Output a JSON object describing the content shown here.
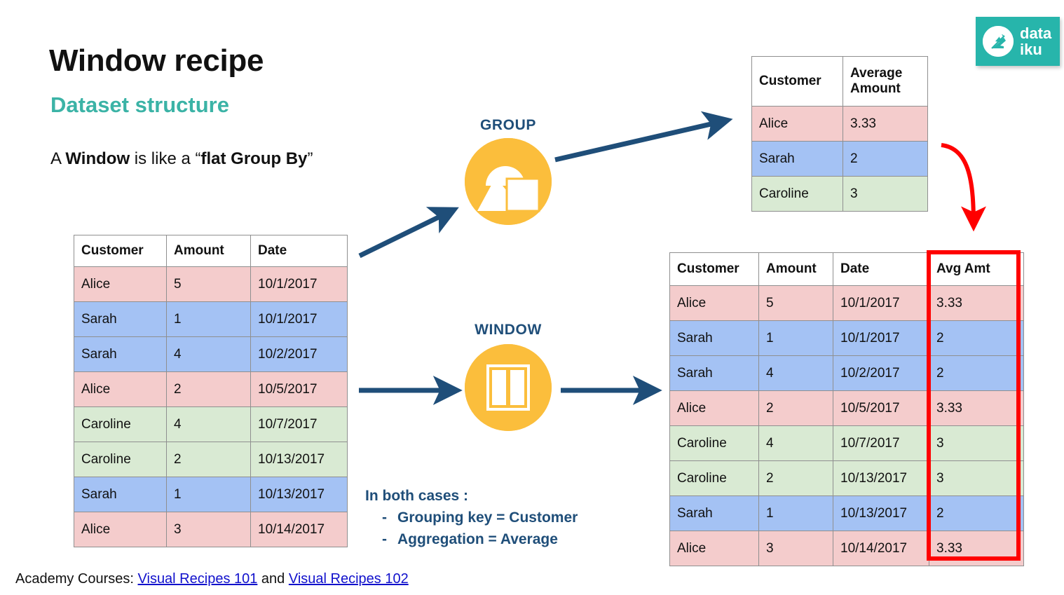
{
  "slide": {
    "title": "Window recipe",
    "subtitle": "Dataset structure",
    "tagline_parts": [
      "A ",
      "Window",
      " is like a “",
      "flat Group By",
      "”"
    ],
    "accent_teal": "#3bb3a6",
    "accent_navy": "#1f4e79",
    "accent_yellow": "#fbbe3c",
    "highlight_red": "#ff0000"
  },
  "logo": {
    "line1": "data",
    "line2": "iku",
    "background": "#27b5ab"
  },
  "source_table": {
    "name": "source-dataset",
    "headers": [
      "Customer",
      "Amount",
      "Date"
    ],
    "rows": [
      {
        "color": "pink",
        "cells": [
          "Alice",
          "5",
          "10/1/2017"
        ]
      },
      {
        "color": "blue",
        "cells": [
          "Sarah",
          "1",
          "10/1/2017"
        ]
      },
      {
        "color": "blue",
        "cells": [
          "Sarah",
          "4",
          "10/2/2017"
        ]
      },
      {
        "color": "pink",
        "cells": [
          "Alice",
          "2",
          "10/5/2017"
        ]
      },
      {
        "color": "green",
        "cells": [
          "Caroline",
          "4",
          "10/7/2017"
        ]
      },
      {
        "color": "green",
        "cells": [
          "Caroline",
          "2",
          "10/13/2017"
        ]
      },
      {
        "color": "blue",
        "cells": [
          "Sarah",
          "1",
          "10/13/2017"
        ]
      },
      {
        "color": "pink",
        "cells": [
          "Alice",
          "3",
          "10/14/2017"
        ]
      }
    ]
  },
  "grouped_table": {
    "name": "group-by-output",
    "headers": [
      "Customer",
      "Average Amount"
    ],
    "rows": [
      {
        "color": "pink",
        "cells": [
          "Alice",
          "3.33"
        ]
      },
      {
        "color": "blue",
        "cells": [
          "Sarah",
          "2"
        ]
      },
      {
        "color": "green",
        "cells": [
          "Caroline",
          "3"
        ]
      }
    ]
  },
  "window_table": {
    "name": "window-output",
    "headers": [
      "Customer",
      "Amount",
      "Date",
      "Avg Amt"
    ],
    "rows": [
      {
        "color": "pink",
        "cells": [
          "Alice",
          "5",
          "10/1/2017",
          "3.33"
        ]
      },
      {
        "color": "blue",
        "cells": [
          "Sarah",
          "1",
          "10/1/2017",
          "2"
        ]
      },
      {
        "color": "blue",
        "cells": [
          "Sarah",
          "4",
          "10/2/2017",
          "2"
        ]
      },
      {
        "color": "pink",
        "cells": [
          "Alice",
          "2",
          "10/5/2017",
          "3.33"
        ]
      },
      {
        "color": "green",
        "cells": [
          "Caroline",
          "4",
          "10/7/2017",
          "3"
        ]
      },
      {
        "color": "green",
        "cells": [
          "Caroline",
          "2",
          "10/13/2017",
          "3"
        ]
      },
      {
        "color": "blue",
        "cells": [
          "Sarah",
          "1",
          "10/13/2017",
          "2"
        ]
      },
      {
        "color": "pink",
        "cells": [
          "Alice",
          "3",
          "10/14/2017",
          "3.33"
        ]
      }
    ],
    "highlighted_column": "Avg Amt"
  },
  "nodes": {
    "group": {
      "label": "GROUP",
      "icon": "group-recipe-icon"
    },
    "window": {
      "label": "WINDOW",
      "icon": "window-recipe-icon"
    }
  },
  "callout": {
    "heading": "In both cases :",
    "dash": "-",
    "items": [
      "Grouping key = Customer",
      "Aggregation = Average"
    ]
  },
  "footer": {
    "prefix": "Academy Courses: ",
    "link1": "Visual Recipes 101",
    "conjunction": " and ",
    "link2": "Visual Recipes 102"
  }
}
